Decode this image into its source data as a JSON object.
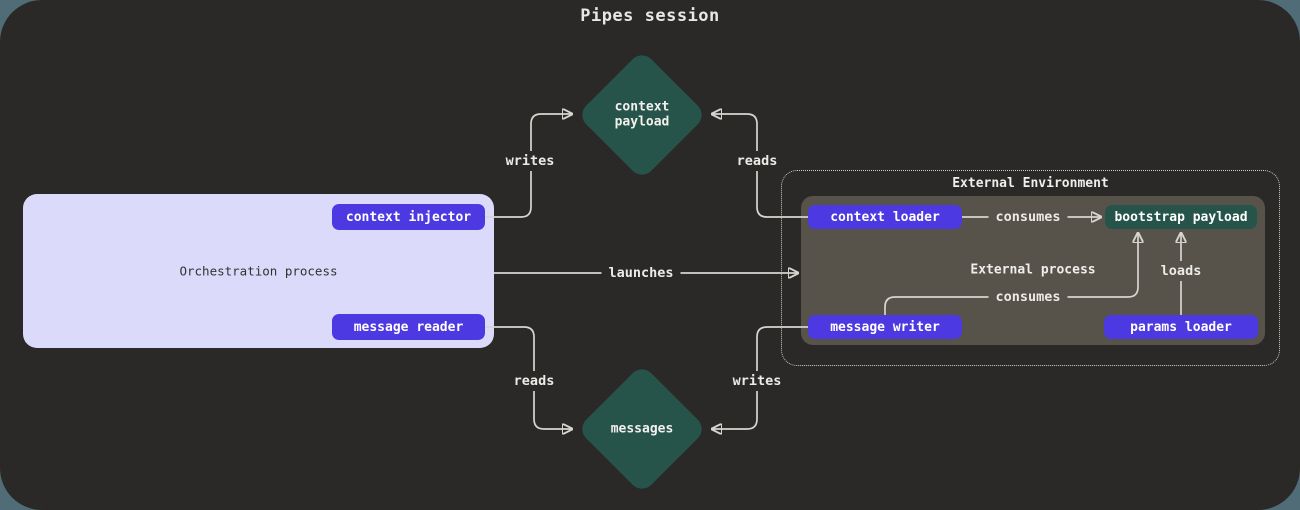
{
  "title": "Pipes session",
  "colors": {
    "page_background": "#4f6c77",
    "canvas_background": "#2b2927",
    "node_purple": "#4c39e2",
    "node_teal": "#27544a",
    "orchestration_fill": "#dcdafb",
    "external_process_fill": "#57534b",
    "wire": "#d7d5d0"
  },
  "nodes": {
    "context_payload": {
      "label": "context payload",
      "shape": "diamond"
    },
    "messages": {
      "label": "messages",
      "shape": "diamond"
    },
    "orchestration": {
      "label": "Orchestration process",
      "buttons": {
        "context_injector": "context injector",
        "message_reader": "message reader"
      }
    },
    "external_environment": {
      "label": "External Environment",
      "process": {
        "label": "External process",
        "buttons": {
          "context_loader": "context loader",
          "message_writer": "message writer",
          "params_loader": "params loader"
        },
        "bootstrap_payload": "bootstrap payload"
      }
    }
  },
  "edges": {
    "writes_top": {
      "label": "writes",
      "from": "context injector",
      "to": "context payload"
    },
    "reads_top": {
      "label": "reads",
      "from": "context loader",
      "to": "context payload"
    },
    "launches": {
      "label": "launches",
      "from": "Orchestration process",
      "to": "External process"
    },
    "reads_bottom": {
      "label": "reads",
      "from": "message reader",
      "to": "messages"
    },
    "writes_bottom": {
      "label": "writes",
      "from": "message writer",
      "to": "messages"
    },
    "consumes_context": {
      "label": "consumes",
      "from": "context loader",
      "to": "bootstrap payload"
    },
    "consumes_messages": {
      "label": "consumes",
      "from": "message writer",
      "to": "bootstrap payload"
    },
    "loads": {
      "label": "loads",
      "from": "params loader",
      "to": "bootstrap payload"
    }
  }
}
